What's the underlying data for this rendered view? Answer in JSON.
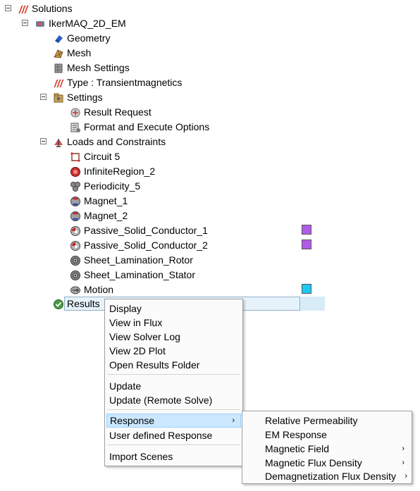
{
  "tree": {
    "root": {
      "label": "Solutions",
      "icon": "solutions-icon"
    },
    "project": {
      "label": "IkerMAQ_2D_EM",
      "icon": "project-icon"
    },
    "items": [
      {
        "label": "Geometry",
        "icon": "geometry-icon"
      },
      {
        "label": "Mesh",
        "icon": "mesh-icon"
      },
      {
        "label": "Mesh Settings",
        "icon": "mesh-settings-icon"
      },
      {
        "label": "Type : Transientmagnetics",
        "icon": "type-icon"
      }
    ],
    "settings": {
      "label": "Settings",
      "icon": "settings-folder-icon",
      "children": [
        {
          "label": "Result Request",
          "icon": "result-request-icon"
        },
        {
          "label": "Format and Execute Options",
          "icon": "format-execute-icon"
        }
      ]
    },
    "loads": {
      "label": "Loads and Constraints",
      "icon": "loads-icon",
      "children": [
        {
          "label": "Circuit 5",
          "icon": "circuit-icon"
        },
        {
          "label": "InfiniteRegion_2",
          "icon": "infinite-region-icon"
        },
        {
          "label": "Periodicity_5",
          "icon": "periodicity-icon"
        },
        {
          "label": "Magnet_1",
          "icon": "magnet-icon"
        },
        {
          "label": "Magnet_2",
          "icon": "magnet-icon"
        },
        {
          "label": "Passive_Solid_Conductor_1",
          "icon": "conductor-icon",
          "color": "#b05ce8"
        },
        {
          "label": "Passive_Solid_Conductor_2",
          "icon": "conductor-icon",
          "color": "#b05ce8"
        },
        {
          "label": "Sheet_Lamination_Rotor",
          "icon": "lamination-icon"
        },
        {
          "label": "Sheet_Lamination_Stator",
          "icon": "lamination-icon"
        },
        {
          "label": "Motion",
          "icon": "motion-icon",
          "color": "#1ec8f0"
        }
      ]
    },
    "results": {
      "label": "Results",
      "icon": "check-icon"
    }
  },
  "context_menu": {
    "group1": [
      "Display",
      "View in Flux",
      "View Solver Log",
      "View 2D Plot",
      "Open Results Folder"
    ],
    "group2": [
      "Update",
      "Update (Remote Solve)"
    ],
    "response": "Response",
    "user_defined": "User defined Response",
    "import_scenes": "Import Scenes",
    "arrow": "›"
  },
  "submenu": {
    "items": [
      {
        "label": "Relative Permeability",
        "arrow": ""
      },
      {
        "label": "EM Response",
        "arrow": ""
      },
      {
        "label": "Magnetic Field",
        "arrow": "›"
      },
      {
        "label": "Magnetic Flux Density",
        "arrow": "›"
      },
      {
        "label": "Demagnetization Flux Density",
        "arrow": "›"
      }
    ]
  }
}
